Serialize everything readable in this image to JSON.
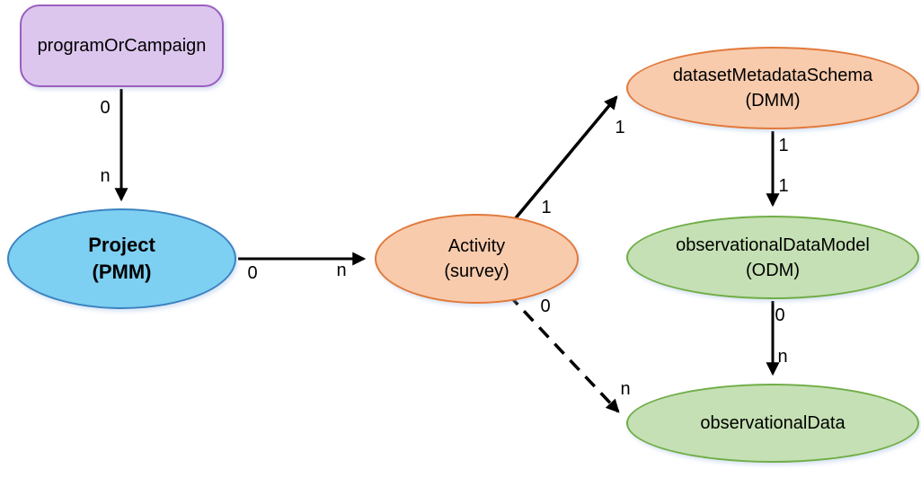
{
  "diagram": {
    "nodes": {
      "program": {
        "label": "programOrCampaign",
        "shape": "rounded-rectangle",
        "fill": "#dcc6ee",
        "border": "#9a5fc0"
      },
      "project": {
        "line1": "Project",
        "line2": "(PMM)",
        "shape": "ellipse",
        "fill": "#7ed0f2",
        "border": "#3b83c0",
        "bold": true
      },
      "activity": {
        "line1": "Activity",
        "line2": "(survey)",
        "shape": "ellipse",
        "fill": "#f8cbad",
        "border": "#e2793a"
      },
      "dmm": {
        "line1": "datasetMetadataSchema",
        "line2": "(DMM)",
        "shape": "ellipse",
        "fill": "#f8cbad",
        "border": "#e2793a"
      },
      "odm": {
        "line1": "observationalDataModel",
        "line2": "(ODM)",
        "shape": "ellipse",
        "fill": "#c5e0b4",
        "border": "#70ad47"
      },
      "odata": {
        "label": "observationalData",
        "shape": "ellipse",
        "fill": "#c5e0b4",
        "border": "#70ad47"
      }
    },
    "edges": {
      "program_project": {
        "from": "programOrCampaign",
        "to": "Project (PMM)",
        "style": "solid",
        "label_start": "0",
        "label_end": "n"
      },
      "project_activity": {
        "from": "Project (PMM)",
        "to": "Activity (survey)",
        "style": "solid",
        "label_start": "0",
        "label_end": "n"
      },
      "activity_dmm": {
        "from": "Activity (survey)",
        "to": "datasetMetadataSchema (DMM)",
        "style": "solid",
        "label_start": "1",
        "label_end": "1"
      },
      "dmm_odm": {
        "from": "datasetMetadataSchema (DMM)",
        "to": "observationalDataModel (ODM)",
        "style": "solid",
        "label_start": "1",
        "label_end": "1"
      },
      "odm_odata": {
        "from": "observationalDataModel (ODM)",
        "to": "observationalData",
        "style": "solid",
        "label_start": "0",
        "label_end": "n"
      },
      "activity_odata": {
        "from": "Activity (survey)",
        "to": "observationalData",
        "style": "dashed",
        "label_start": "0",
        "label_end": "n"
      }
    },
    "line_color": "#000000"
  }
}
